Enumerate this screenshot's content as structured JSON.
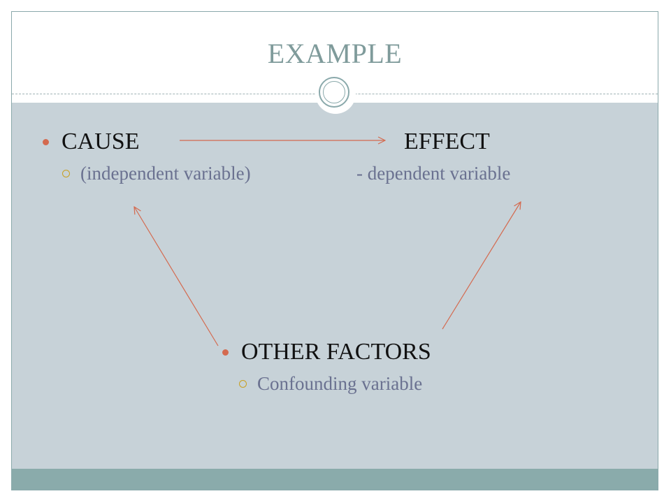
{
  "slide": {
    "title": "EXAMPLE",
    "colors": {
      "title": "#7f9b9b",
      "content_bg": "#c7d2d8",
      "footer_band": "#8aabab",
      "arrow": "#d46a4f",
      "bullet": "#d46a4f",
      "sub_bullet": "#c8a020",
      "sub_text": "#6a7190"
    },
    "cause": {
      "label": "CAUSE",
      "sub": "(independent variable)"
    },
    "effect": {
      "label": "EFFECT",
      "sub": "- dependent variable"
    },
    "other": {
      "label": "OTHER FACTORS",
      "sub": "Confounding variable"
    }
  }
}
